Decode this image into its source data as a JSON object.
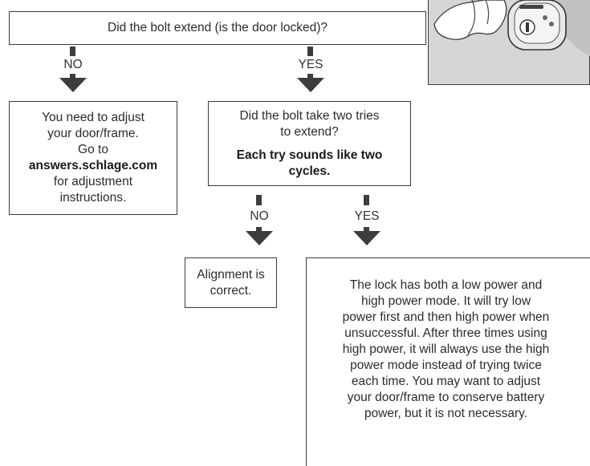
{
  "question1": {
    "text": "Did the bolt extend (is the door locked)?"
  },
  "branch1": {
    "no_label": "NO",
    "yes_label": "YES"
  },
  "adjust_box": {
    "line1": "You need to adjust",
    "line2": "your door/frame.",
    "line3": "Go to",
    "link": "answers.schlage.com",
    "line4": "for adjustment",
    "line5": "instructions."
  },
  "question2": {
    "line1": "Did the bolt take two tries",
    "line2": "to extend?",
    "bold_line1": "Each try sounds like two",
    "bold_line2": "cycles."
  },
  "branch2": {
    "no_label": "NO",
    "yes_label": "YES"
  },
  "alignment_box": {
    "line1": "Alignment is",
    "line2": "correct."
  },
  "explanation_box": {
    "lines": [
      "The lock has both a low power and",
      "high power mode. It will try low",
      "power first and then high power when",
      "unsuccessful. After three times using",
      "high power, it will always use the high",
      "power mode instead of trying twice",
      "each time. You may want to adjust",
      "your door/frame to conserve battery",
      "power, but it is not necessary."
    ]
  },
  "colors": {
    "arrow": "#3d3d3d",
    "border": "#3a3a3a",
    "photo_bg": "#d4d4d4"
  },
  "illustration": {
    "icon": "hand-turning-deadbolt-icon"
  }
}
